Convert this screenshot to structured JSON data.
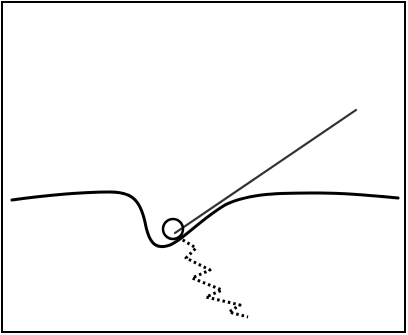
{
  "diagram": {
    "colors": {
      "background": "#ffffff",
      "stroke": "#000000",
      "instrument": "#333333"
    },
    "elements": [
      "frame",
      "surface-curve",
      "needle-line",
      "tip-circle",
      "dotted-zigzag"
    ]
  }
}
